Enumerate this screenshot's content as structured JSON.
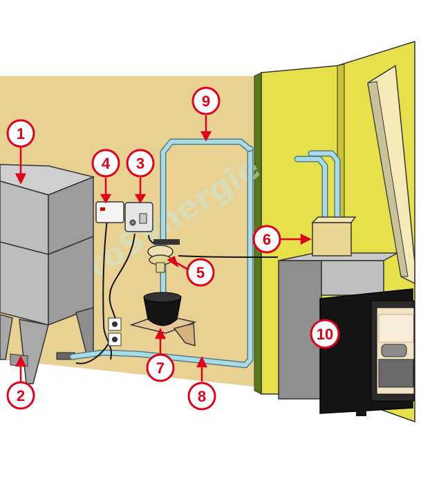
{
  "watermark": "ProSynergie",
  "colors": {
    "wall": "#e8d192",
    "floor": "#ffffff",
    "yellow_panel": "#e6e04a",
    "pipe": "#a7dbe6",
    "callout": "#e0001a",
    "stove_body": "#141414",
    "tank": "#b9b9b9"
  },
  "callouts": [
    {
      "label": "1",
      "part": "tank"
    },
    {
      "label": "2",
      "part": "tank-outlet"
    },
    {
      "label": "3",
      "part": "controller-box"
    },
    {
      "label": "4",
      "part": "regulator-box"
    },
    {
      "label": "5",
      "part": "pump"
    },
    {
      "label": "6",
      "part": "stove-reservoir"
    },
    {
      "label": "7",
      "part": "filter-pot"
    },
    {
      "label": "8",
      "part": "supply-pipe"
    },
    {
      "label": "9",
      "part": "return-pipe"
    },
    {
      "label": "10",
      "part": "stove"
    }
  ],
  "icons": [
    "outlet-socket-icon",
    "power-plug-icon"
  ]
}
